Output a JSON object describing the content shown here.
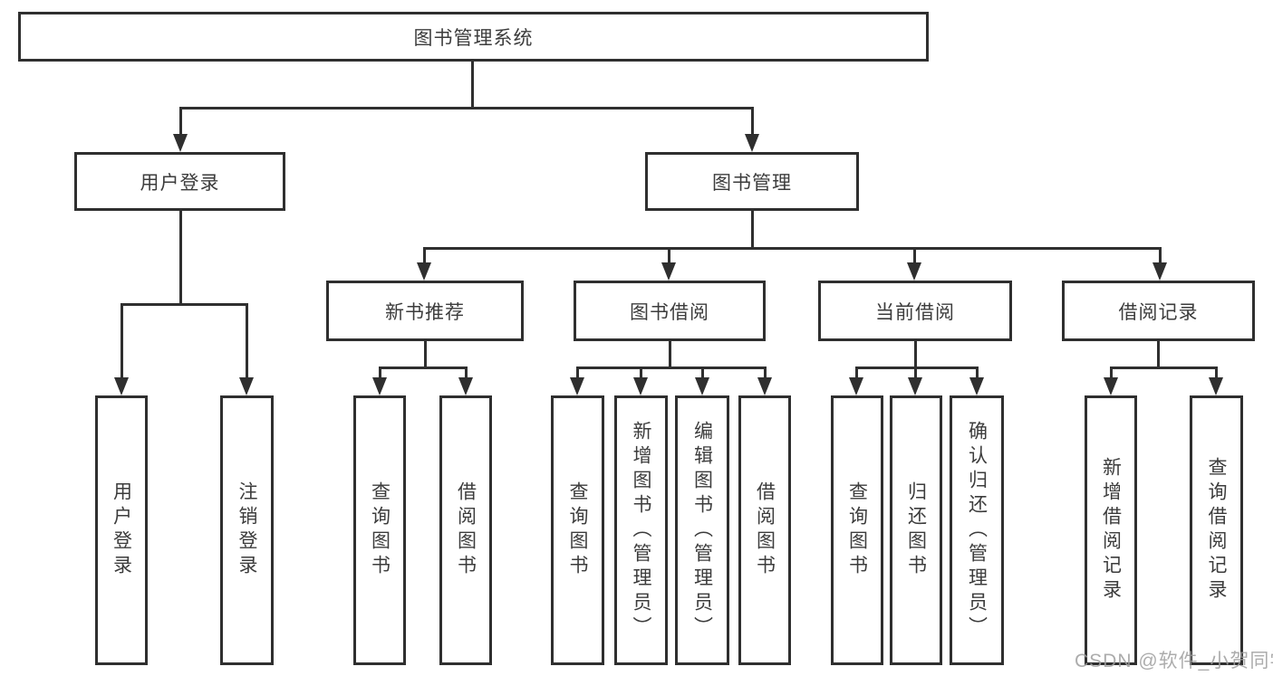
{
  "diagram": {
    "tree": {
      "label": "图书管理系统",
      "children": [
        {
          "label": "用户登录",
          "children": [
            {
              "label": "用户登录"
            },
            {
              "label": "注销登录"
            }
          ]
        },
        {
          "label": "图书管理",
          "children": [
            {
              "label": "新书推荐",
              "children": [
                {
                  "label": "查询图书"
                },
                {
                  "label": "借阅图书"
                }
              ]
            },
            {
              "label": "图书借阅",
              "children": [
                {
                  "label": "查询图书"
                },
                {
                  "label": "新增图书（管理员）"
                },
                {
                  "label": "编辑图书（管理员）"
                },
                {
                  "label": "借阅图书"
                }
              ]
            },
            {
              "label": "当前借阅",
              "children": [
                {
                  "label": "查询图书"
                },
                {
                  "label": "归还图书"
                },
                {
                  "label": "确认归还（管理员）"
                }
              ]
            },
            {
              "label": "借阅记录",
              "children": [
                {
                  "label": "新增借阅记录"
                },
                {
                  "label": "查询借阅记录"
                }
              ]
            }
          ]
        }
      ]
    },
    "line_color": "#2f2f2f",
    "watermark": "CSDN @软件_小贺同学"
  }
}
